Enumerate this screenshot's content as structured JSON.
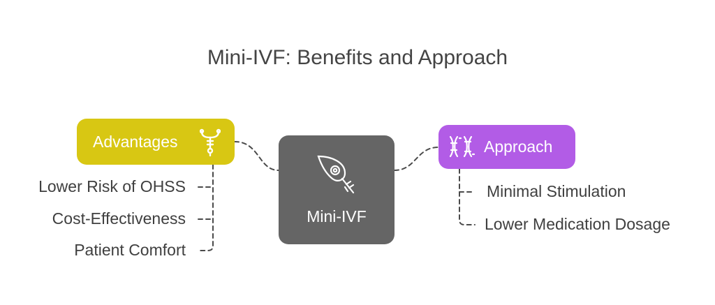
{
  "title": "Mini-IVF: Benefits and Approach",
  "center": {
    "label": "Mini-IVF",
    "icon": "egg-sperm-icon",
    "color": "#656565"
  },
  "advantages": {
    "label": "Advantages",
    "icon": "iud-icon",
    "color": "#d8c713",
    "items": [
      "Lower Risk of OHSS",
      "Cost-Effectiveness",
      "Patient Comfort"
    ]
  },
  "approach": {
    "label": "Approach",
    "icon": "chromosome-icon",
    "color": "#b25ce6",
    "items": [
      "Minimal Stimulation",
      "Lower Medication Dosage"
    ]
  }
}
